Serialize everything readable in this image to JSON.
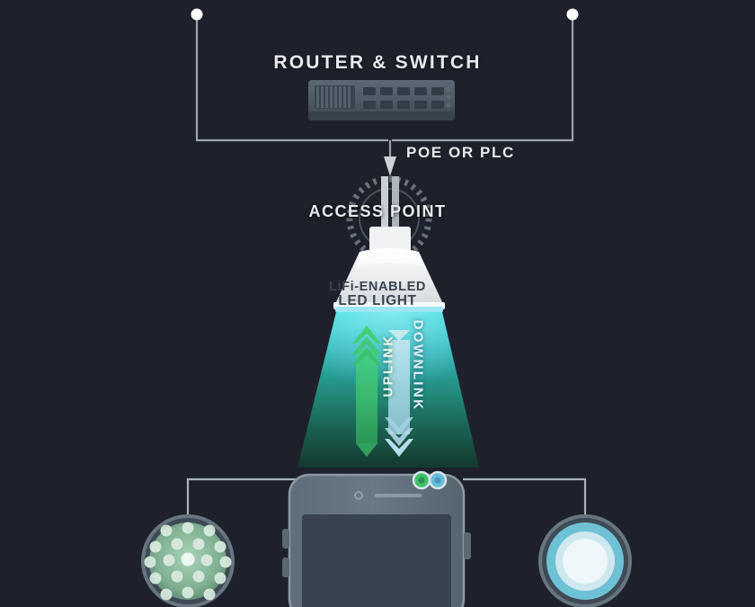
{
  "diagram": {
    "title_router": "ROUTER & SWITCH",
    "label_poe": "POE OR PLC",
    "label_access_point": "ACCESS POINT",
    "label_led_line1": "LiFi-ENABLED",
    "label_led_line2": "LED LIGHT",
    "label_uplink": "UPLINK",
    "label_downlink": "DOWNLINK"
  },
  "colors": {
    "background": "#1e212b",
    "text": "#e8eaee",
    "line": "#9aa3ad",
    "device_body": "#4d5864",
    "device_light": "#f2f3f4",
    "beam_top": "#2fd3d8",
    "beam_bottom": "#17513f",
    "uplink_green": "#3fbf6a",
    "downlink_cyan": "#9fd9e8",
    "led_green": "#8fc4a3",
    "receiver_cyan": "#6ec1d4",
    "phone_body": "#64737f",
    "phone_screen": "#374350"
  },
  "devices": {
    "switch": {
      "name": "network-switch",
      "port_columns": 5,
      "port_rows": 2,
      "indicator_count": 6
    },
    "access_point": {
      "name": "access-point",
      "ring_style": "dashed"
    },
    "led_lamp": {
      "name": "lifi-led-lamp"
    },
    "phone": {
      "name": "smartphone",
      "indicators": [
        "uplink-green",
        "downlink-cyan"
      ]
    },
    "led_transmitter": {
      "name": "led-transmitter-array",
      "dot_rows": [
        3,
        4,
        5,
        4,
        3
      ]
    },
    "photodiode_receiver": {
      "name": "photodiode-receiver",
      "ring_count": 3
    }
  }
}
